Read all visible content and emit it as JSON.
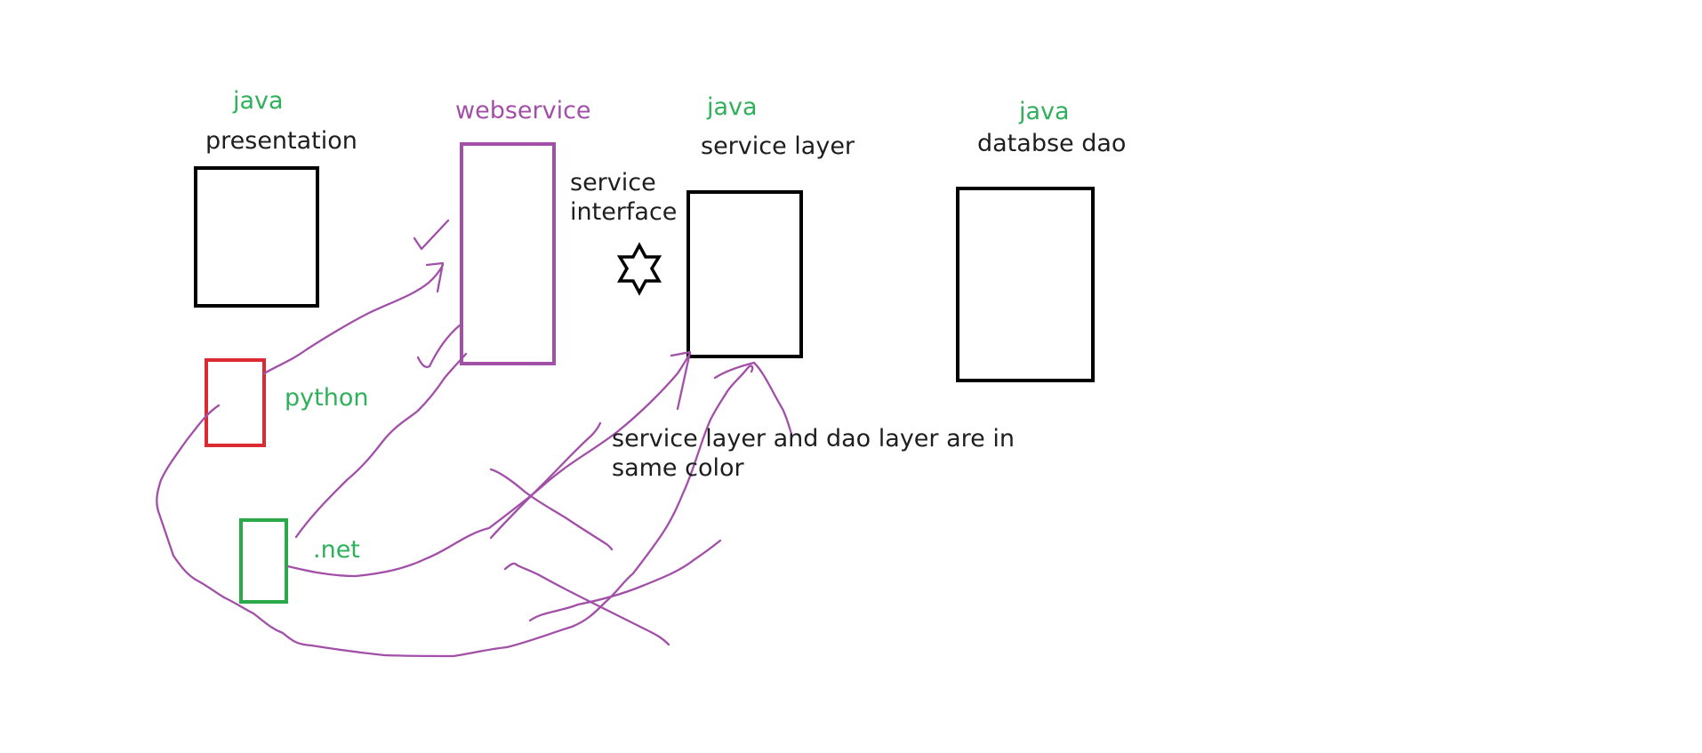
{
  "colors": {
    "java": "#2fb05a",
    "webservice": "#a24fa8",
    "python_box": "#dc2a33",
    "dotnet_box": "#2aa84a",
    "box": "#000000",
    "ink": "#a24fa8",
    "text": "#1e1e1e"
  },
  "labels": {
    "java_presentation": "java",
    "presentation": "presentation",
    "webservice": "webservice",
    "service_interface_line1": "service",
    "service_interface_line2": "interface",
    "java_service": "java",
    "service_layer": "service layer",
    "java_dao": "java",
    "database_dao": "databse dao",
    "python": "python",
    "dotnet": ".net",
    "note_line1": "service layer and dao layer are in",
    "note_line2": "same color"
  },
  "icons": {
    "interface_symbol": "six-pointed-star-icon"
  }
}
